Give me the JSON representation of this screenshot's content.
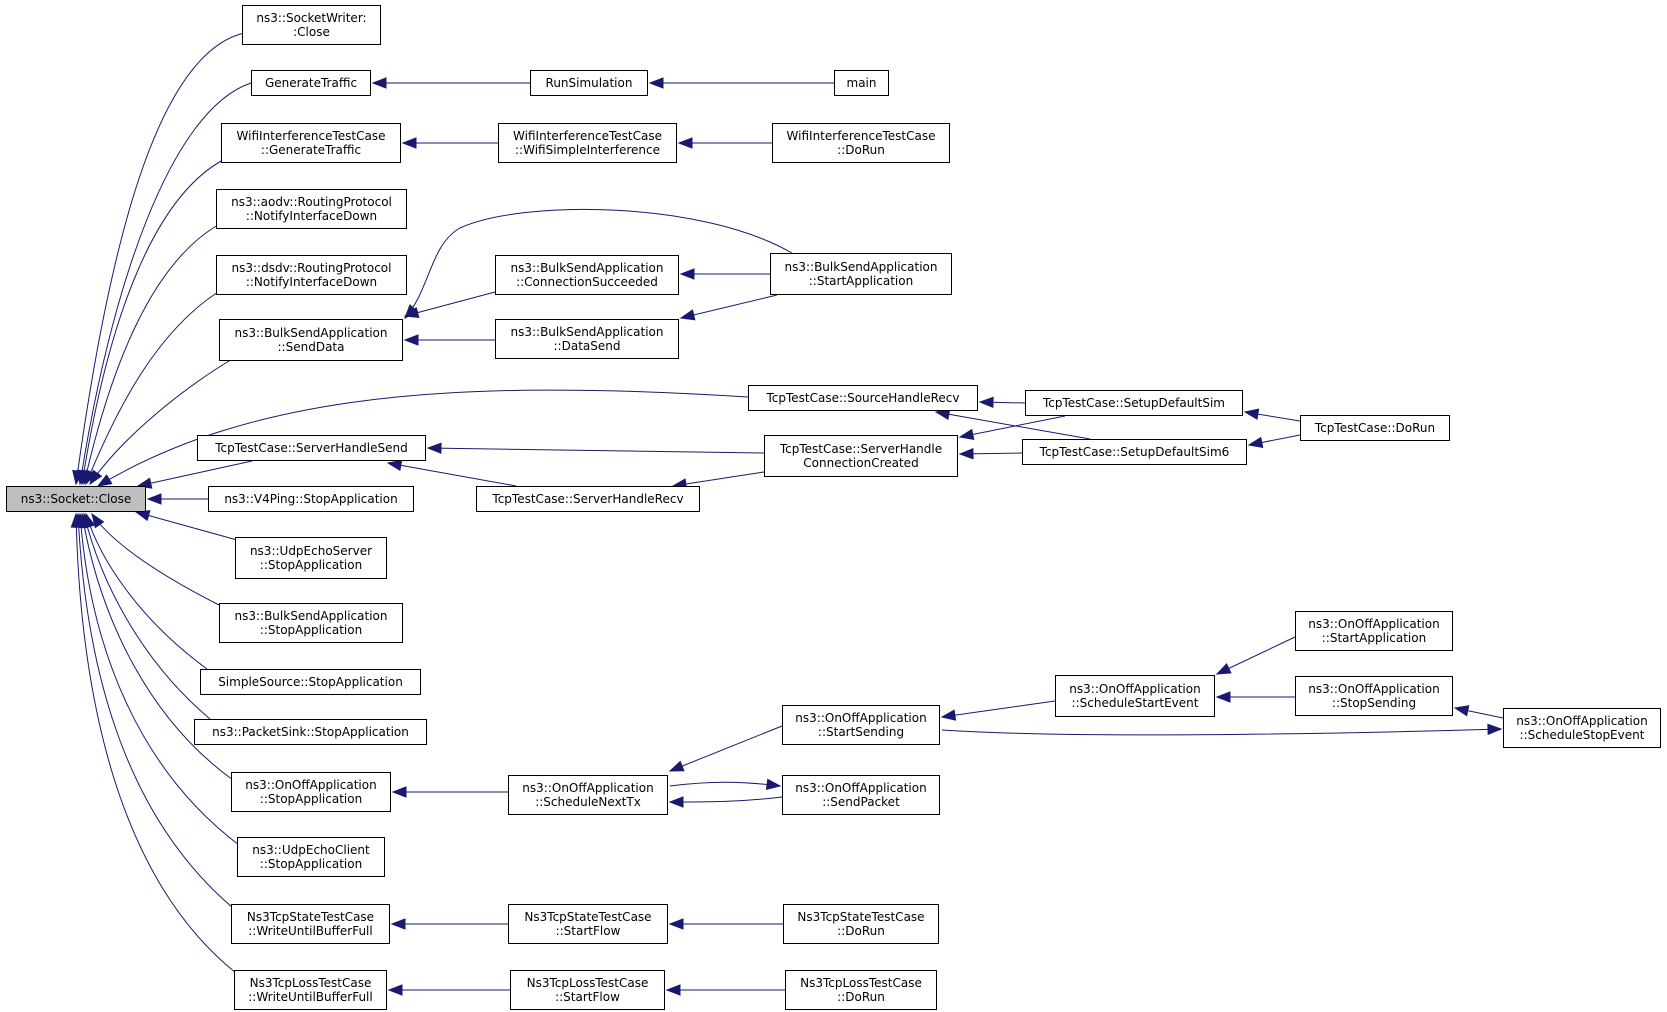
{
  "colors": {
    "edge": "#191970",
    "node_border": "#000000",
    "root_fill": "#bfbfbf",
    "node_fill": "#ffffff"
  },
  "nodes": {
    "root": [
      "ns3::Socket::Close"
    ],
    "sw_close": [
      "ns3::SocketWriter:",
      ":Close"
    ],
    "gen_traffic": [
      "GenerateTraffic"
    ],
    "run_sim": [
      "RunSimulation"
    ],
    "main": [
      "main"
    ],
    "wifi_gen": [
      "WifiInterferenceTestCase",
      "::GenerateTraffic"
    ],
    "wifi_simple": [
      "WifiInterferenceTestCase",
      "::WifiSimpleInterference"
    ],
    "wifi_dorun": [
      "WifiInterferenceTestCase",
      "::DoRun"
    ],
    "aodv": [
      "ns3::aodv::RoutingProtocol",
      "::NotifyInterfaceDown"
    ],
    "dsdv": [
      "ns3::dsdv::RoutingProtocol",
      "::NotifyInterfaceDown"
    ],
    "bulk_senddata": [
      "ns3::BulkSendApplication",
      "::SendData"
    ],
    "bulk_conn": [
      "ns3::BulkSendApplication",
      "::ConnectionSucceeded"
    ],
    "bulk_datasend": [
      "ns3::BulkSendApplication",
      "::DataSend"
    ],
    "bulk_startapp": [
      "ns3::BulkSendApplication",
      "::StartApplication"
    ],
    "tcp_srcrecv": [
      "TcpTestCase::SourceHandleRecv"
    ],
    "tcp_setup": [
      "TcpTestCase::SetupDefaultSim"
    ],
    "tcp_setup6": [
      "TcpTestCase::SetupDefaultSim6"
    ],
    "tcp_dorun": [
      "TcpTestCase::DoRun"
    ],
    "tcp_srvsend": [
      "TcpTestCase::ServerHandleSend"
    ],
    "tcp_srvconn": [
      "TcpTestCase::ServerHandle",
      "ConnectionCreated"
    ],
    "tcp_srvrecv": [
      "TcpTestCase::ServerHandleRecv"
    ],
    "v4ping": [
      "ns3::V4Ping::StopApplication"
    ],
    "udp_srv_stop": [
      "ns3::UdpEchoServer",
      "::StopApplication"
    ],
    "bulk_stop": [
      "ns3::BulkSendApplication",
      "::StopApplication"
    ],
    "simple_src": [
      "SimpleSource::StopApplication"
    ],
    "packet_sink": [
      "ns3::PacketSink::StopApplication"
    ],
    "onoff_stop": [
      "ns3::OnOffApplication",
      "::StopApplication"
    ],
    "onoff_nexttx": [
      "ns3::OnOffApplication",
      "::ScheduleNextTx"
    ],
    "onoff_startsend": [
      "ns3::OnOffApplication",
      "::StartSending"
    ],
    "onoff_sendpkt": [
      "ns3::OnOffApplication",
      "::SendPacket"
    ],
    "onoff_schedstart": [
      "ns3::OnOffApplication",
      "::ScheduleStartEvent"
    ],
    "onoff_startapp": [
      "ns3::OnOffApplication",
      "::StartApplication"
    ],
    "onoff_stopsend": [
      "ns3::OnOffApplication",
      "::StopSending"
    ],
    "onoff_schedstop": [
      "ns3::OnOffApplication",
      "::ScheduleStopEvent"
    ],
    "udp_cli_stop": [
      "ns3::UdpEchoClient",
      "::StopApplication"
    ],
    "state_write": [
      "Ns3TcpStateTestCase",
      "::WriteUntilBufferFull"
    ],
    "state_start": [
      "Ns3TcpStateTestCase",
      "::StartFlow"
    ],
    "state_dorun": [
      "Ns3TcpStateTestCase",
      "::DoRun"
    ],
    "loss_write": [
      "Ns3TcpLossTestCase",
      "::WriteUntilBufferFull"
    ],
    "loss_start": [
      "Ns3TcpLossTestCase",
      "::StartFlow"
    ],
    "loss_dorun": [
      "Ns3TcpLossTestCase",
      "::DoRun"
    ]
  }
}
